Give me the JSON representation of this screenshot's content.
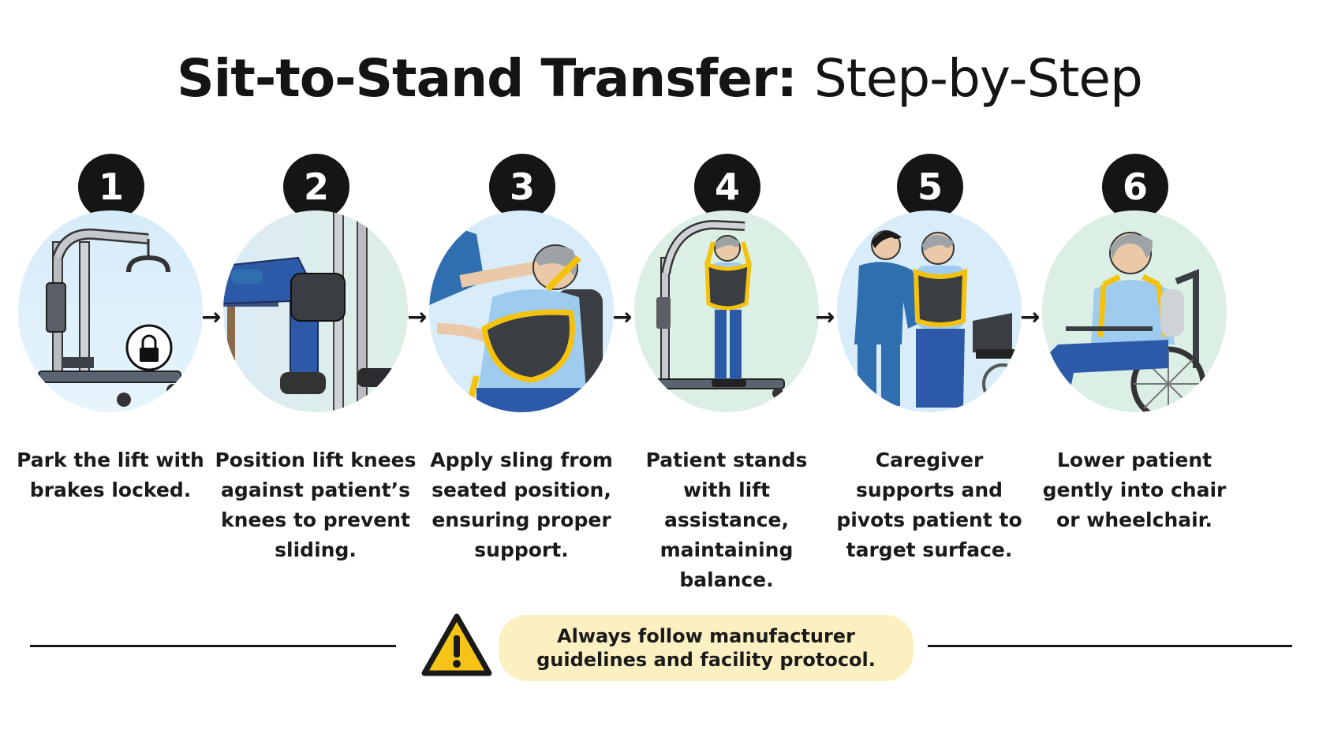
{
  "title": {
    "bold": "Sit-to-Stand Transfer:",
    "light": "Step-by-Step"
  },
  "steps": [
    {
      "number": "1",
      "caption": "Park the lift with brakes locked."
    },
    {
      "number": "2",
      "caption": "Position lift knees against patient’s knees to prevent sliding."
    },
    {
      "number": "3",
      "caption": "Apply sling from seated position, ensuring proper support."
    },
    {
      "number": "4",
      "caption": "Patient stands with lift assistance, maintaining balance."
    },
    {
      "number": "5",
      "caption": "Caregiver supports and pivots patient to target surface."
    },
    {
      "number": "6",
      "caption": "Lower patient gently into chair or wheelchair."
    }
  ],
  "arrow_glyph": "→",
  "warning": {
    "icon": "warning-triangle-icon",
    "text": "Always follow manufacturer guidelines and facility protocol."
  },
  "colors": {
    "badge": "#151515",
    "circle_blue": "#d8ecf9",
    "circle_green": "#dcefe4",
    "scrubs": "#2f6fb0",
    "pants": "#2d5aa8",
    "sling": "#f4c20d",
    "note_bg": "#fbf0c2",
    "warning_yellow": "#f6c417"
  }
}
